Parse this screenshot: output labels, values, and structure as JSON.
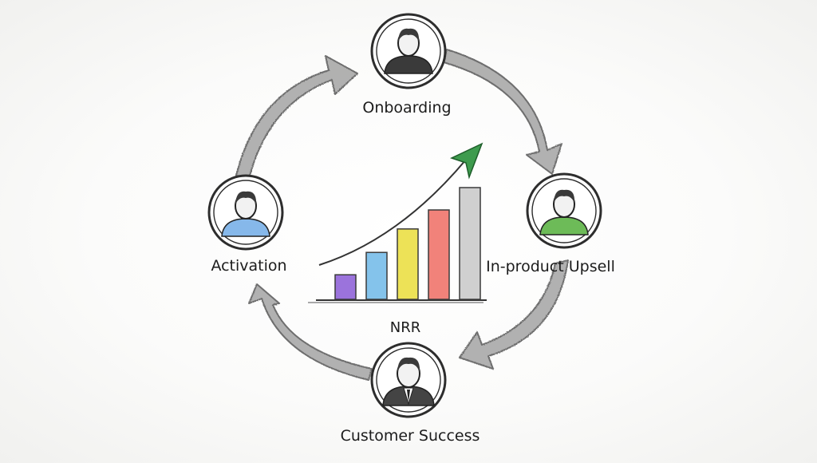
{
  "diagram": {
    "stages": {
      "top": {
        "label": "Onboarding",
        "icon": "person-dark-icon"
      },
      "right": {
        "label": "In-product Upsell",
        "icon": "person-green-icon"
      },
      "bottom": {
        "label": "Customer Success",
        "icon": "person-tie-icon"
      },
      "left": {
        "label": "Activation",
        "icon": "person-blue-icon"
      }
    },
    "center_label": "NRR",
    "bars": [
      {
        "color": "#8a5ad6",
        "level": 0.22
      },
      {
        "color": "#6fb8e8",
        "level": 0.42
      },
      {
        "color": "#eadd3a",
        "level": 0.63
      },
      {
        "color": "#ef6c63",
        "level": 0.8
      },
      {
        "color": "#c8c8c8",
        "level": 1.0
      }
    ],
    "colors": {
      "arrow": "#8c8c8c",
      "growth_arrow": "#3e9b4e",
      "person_top": "#3a3a3a",
      "person_right": "#6dbb58",
      "person_bottom": "#444444",
      "person_left": "#86b8ea"
    }
  }
}
